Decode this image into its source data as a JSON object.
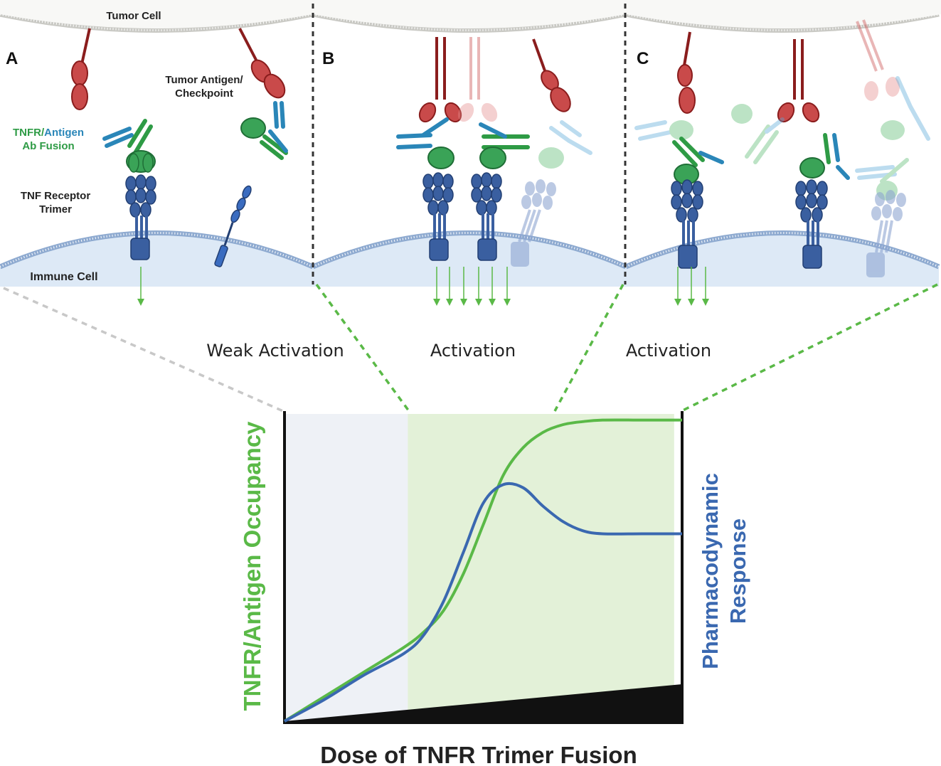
{
  "panels": {
    "a": {
      "letter": "A"
    },
    "b": {
      "letter": "B"
    },
    "c": {
      "letter": "C"
    }
  },
  "labels": {
    "tumor_cell": "Tumor Cell",
    "tumor_antigen_line1": "Tumor Antigen/",
    "tumor_antigen_line2": "Checkpoint",
    "fusion_tnfr": "TNFR/",
    "fusion_antigen": "Antigen",
    "fusion_line2": "Ab Fusion",
    "receptor_line1": "TNF Receptor",
    "receptor_line2": "Trimer",
    "immune_cell": "Immune Cell"
  },
  "activation_labels": {
    "a": "Weak Activation",
    "b": "Activation",
    "c": "Activation"
  },
  "chart": {
    "xlabel": "Dose of TNFR Trimer Fusion",
    "ylabel_left": "TNFR/Antigen Occupancy",
    "ylabel_right_line1": "Pharmacodynamic",
    "ylabel_right_line2": "Response"
  },
  "colors": {
    "occupancy_green": "#5ab947",
    "response_blue": "#3a68b0",
    "antigen_red": "#c94a4a",
    "tnfr_green": "#2e9b45",
    "antibody_blue": "#2a86b8",
    "receptor_blue": "#3a5fa0",
    "immune_fill": "#dde9f6",
    "activation_shade": "#e3f1d8",
    "weak_shade": "#eef1f6"
  },
  "chart_data": {
    "type": "line",
    "x_axis_label": "Dose of TNFR Trimer Fusion",
    "y_axis_left_label": "TNFR/Antigen Occupancy",
    "y_axis_right_label": "Pharmacodynamic Response",
    "x": [
      0.0,
      0.1,
      0.2,
      0.3,
      0.35,
      0.4,
      0.45,
      0.5,
      0.55,
      0.6,
      0.65,
      0.7,
      0.75,
      0.8,
      0.9,
      1.0
    ],
    "series": [
      {
        "name": "TNFR/Antigen Occupancy",
        "values": [
          0.0,
          0.08,
          0.16,
          0.24,
          0.29,
          0.36,
          0.48,
          0.64,
          0.8,
          0.89,
          0.94,
          0.965,
          0.975,
          0.98,
          0.98,
          0.98
        ]
      },
      {
        "name": "Pharmacodynamic Response",
        "values": [
          0.0,
          0.07,
          0.15,
          0.22,
          0.28,
          0.39,
          0.55,
          0.71,
          0.77,
          0.76,
          0.7,
          0.65,
          0.62,
          0.61,
          0.61,
          0.61
        ]
      }
    ],
    "regions": [
      {
        "x_start": 0.0,
        "x_end": 0.31,
        "label": "Weak Activation"
      },
      {
        "x_start": 0.31,
        "x_end": 0.98,
        "label": "Activation"
      }
    ],
    "ylim": [
      0,
      1
    ],
    "xlim": [
      0,
      1
    ],
    "grid": false
  }
}
